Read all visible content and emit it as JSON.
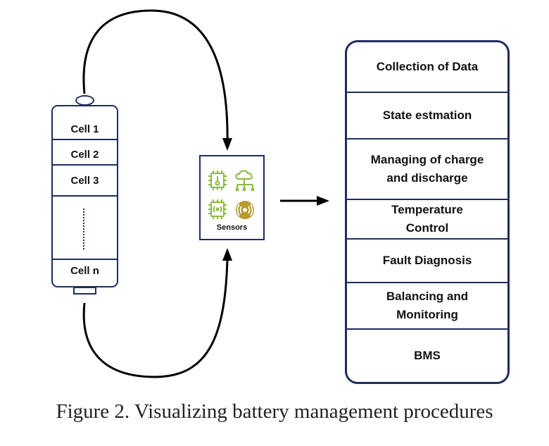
{
  "battery": {
    "cells": [
      "Cell 1",
      "Cell 2",
      "Cell 3",
      "Cell n"
    ]
  },
  "sensors": {
    "label": "Sensors",
    "icons": [
      "chip-thermometer-icon",
      "cloud-network-icon",
      "chip-wireless-icon",
      "signal-waves-icon"
    ],
    "icon_colors": {
      "green": "#8cba3a",
      "gold": "#b89a2e"
    }
  },
  "bms": {
    "items": [
      "Collection of Data",
      "State estmation",
      "Managing of charge and discharge",
      "Temperature Control",
      "Fault Diagnosis",
      "Balancing and Monitoring",
      "BMS"
    ]
  },
  "caption": "Figure 2. Visualizing battery management procedures",
  "colors": {
    "outline": "#1f2d5c",
    "arrow": "#000000"
  }
}
